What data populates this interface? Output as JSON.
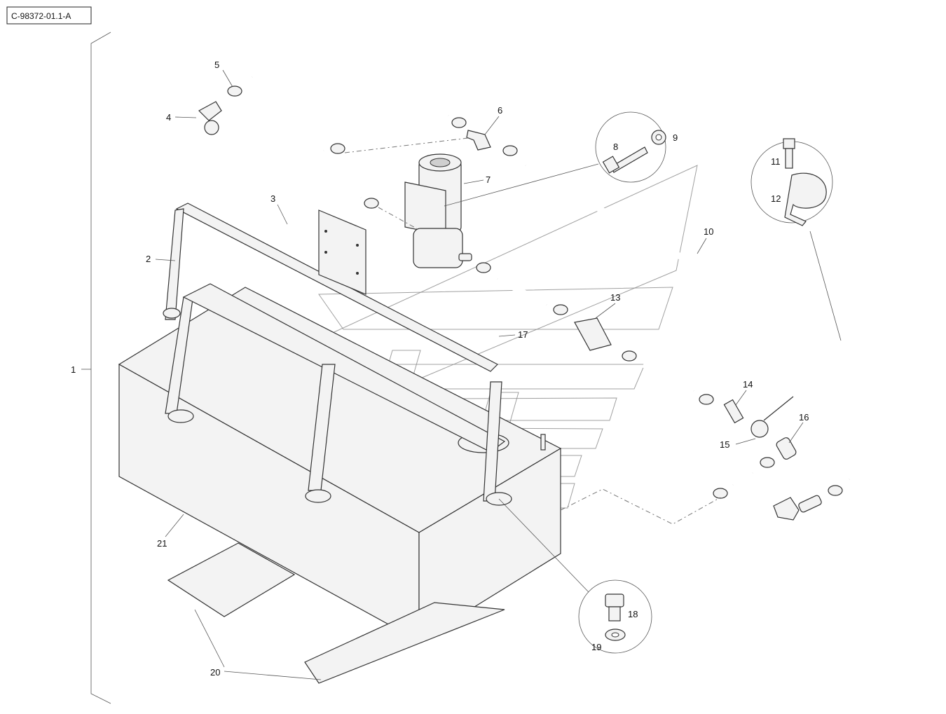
{
  "diagram": {
    "reference_code": "C-98372-01.1-A",
    "part_callouts": [
      "1",
      "2",
      "3",
      "4",
      "5",
      "6",
      "7",
      "8",
      "9",
      "10",
      "11",
      "12",
      "13",
      "14",
      "15",
      "16",
      "17",
      "18",
      "19",
      "20",
      "21"
    ]
  }
}
